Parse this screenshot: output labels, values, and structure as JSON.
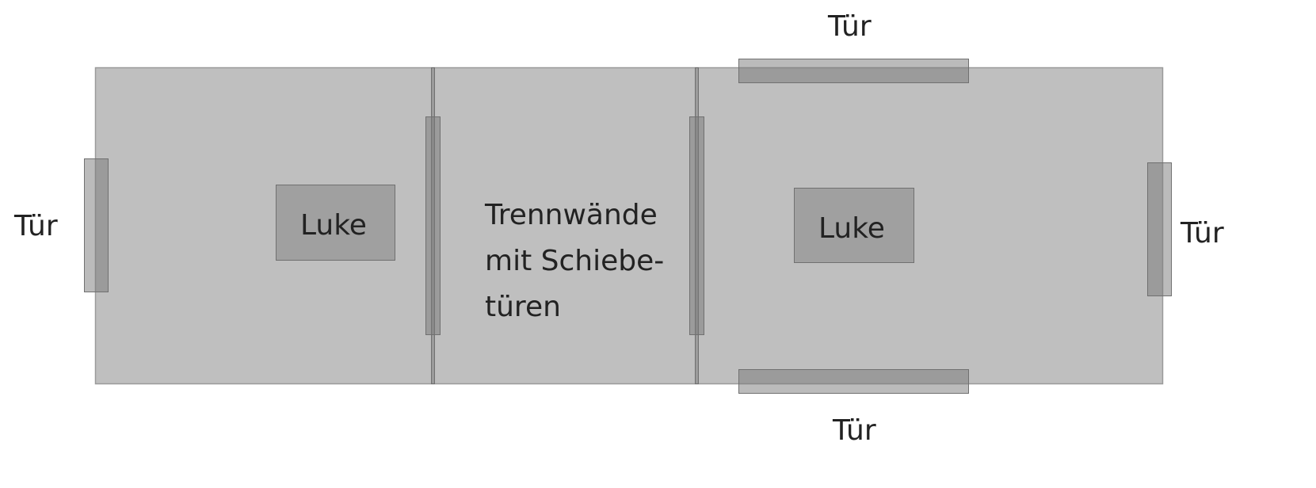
{
  "labels": {
    "door_top": "Tür",
    "door_bottom": "Tür",
    "door_left": "Tür",
    "door_right": "Tür",
    "hatch_left": "Luke",
    "hatch_right": "Luke",
    "partition_lines": [
      "Trennwände",
      "mit Schiebe-",
      "türen"
    ]
  },
  "colors": {
    "room_fill": "#bfbfbf",
    "overlay_fill": "rgba(120,120,120,0.5)",
    "stroke": "#808080"
  }
}
